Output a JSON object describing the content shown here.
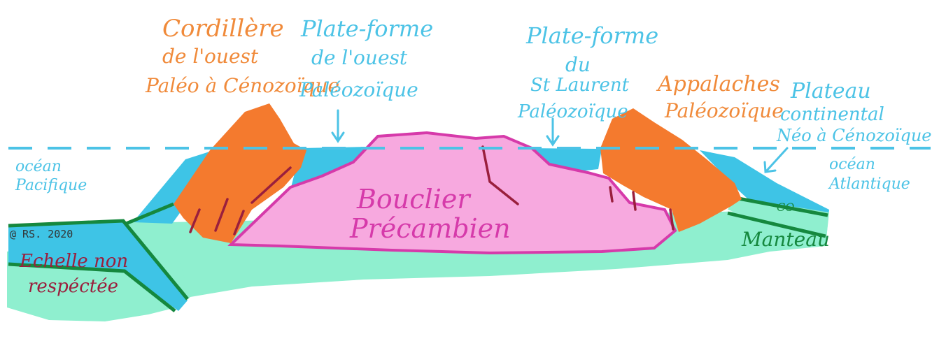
{
  "colors": {
    "ocean": "#3ec4e6",
    "mantle": "#8fefcf",
    "shield": "#f7a9df",
    "shield_outline": "#d63aaa",
    "mountains": "#f47a2e",
    "orange_text": "#f08a3a",
    "blue_text": "#4cc3e6",
    "green_line": "#15883e",
    "dark_red": "#9a1f3d"
  },
  "labels": {
    "cordillera": [
      "Cordillère",
      "de l'ouest",
      "Paléo à Cénozoïque"
    ],
    "western_platform": [
      "Plate-forme",
      "de l'ouest",
      "Paléozoïque"
    ],
    "st_lawrence_platform": [
      "Plate-forme",
      "du",
      "St Laurent",
      "Paléozoïque"
    ],
    "appalachians": [
      "Appalaches",
      "Paléozoïque"
    ],
    "continental_shelf": [
      "Plateau",
      "continental",
      "Néo à Cénozoïque"
    ],
    "pacific_ocean": [
      "océan",
      "Pacifique"
    ],
    "atlantic_ocean": [
      "océan",
      "Atlantique"
    ],
    "shield": [
      "Bouclier",
      "Précambien"
    ],
    "mantle": "Manteau",
    "crust_abbrev": "CO",
    "copyright": "@ RS. 2020",
    "scale_note": [
      "Echelle non",
      "respéctée"
    ]
  }
}
